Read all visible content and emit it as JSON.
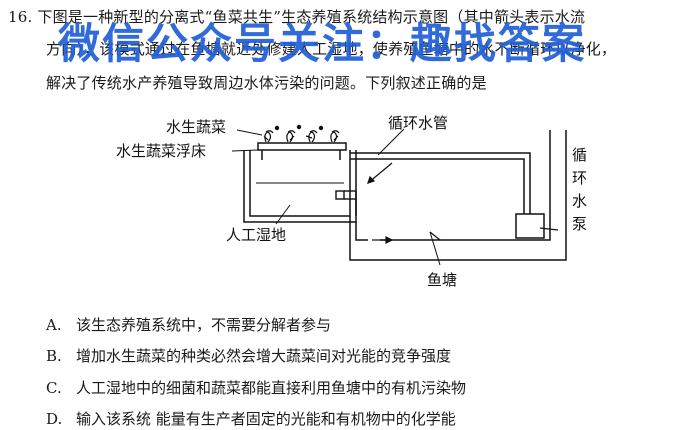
{
  "question": {
    "line1": "16. 下图是一种新型的分离式“鱼菜共生”生态养殖系统结构示意图（其中箭头表示水流",
    "line2": "方向），该模式通过在鱼塘就近处修建人工湿地，使养殖鱼塘中的水不断循环以净化，",
    "line3": "解决了传统水产养殖导致周边水体污染的问题。下列叙述正确的是"
  },
  "watermark": "微信公众号关注：趣找答案",
  "diagram": {
    "label_vegetables": "水生蔬菜",
    "label_float_bed": "水生蔬菜浮床",
    "label_pipe": "循环水管",
    "label_wetland": "人工湿地",
    "label_pond": "鱼塘",
    "label_pump": [
      "循",
      "环",
      "水",
      "泵"
    ]
  },
  "options": [
    {
      "letter": "A.",
      "text": "该生态养殖系统中，不需要分解者参与"
    },
    {
      "letter": "B.",
      "text": "增加水生蔬菜的种类必然会增大蔬菜间对光能的竞争强度"
    },
    {
      "letter": "C.",
      "text": "人工湿地中的细菌和蔬菜都能直接利用鱼塘中的有机污染物"
    },
    {
      "letter": "D.",
      "text": "输入该系统 能量有生产者固定的光能和有机物中的化学能"
    }
  ],
  "colors": {
    "watermark": "#1f5fd6",
    "ink": "#1a1a1a"
  }
}
